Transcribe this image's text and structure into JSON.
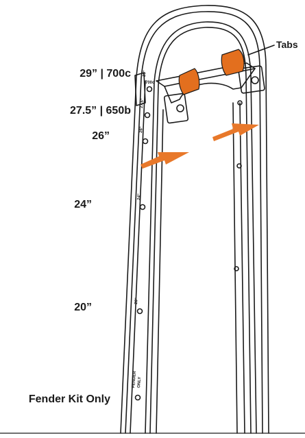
{
  "size_labels": {
    "s29": "29” | 700c",
    "s275": "27.5” | 650b",
    "s26": "26”",
    "s24": "24”",
    "s20": "20”",
    "fender": "Fender Kit Only"
  },
  "callout": {
    "tabs": "Tabs"
  },
  "rack_marks": {
    "m29": "29\"",
    "m700c": "700c",
    "m275": "27.5\"",
    "m26": "26\"",
    "m24": "24\"",
    "m20": "20\"",
    "fender1": "FENDER",
    "fender2": "ONLY"
  },
  "colors": {
    "accent_orange": "#e8782a",
    "line": "#1a1a1a",
    "tab_orange": "#e36f1e"
  }
}
